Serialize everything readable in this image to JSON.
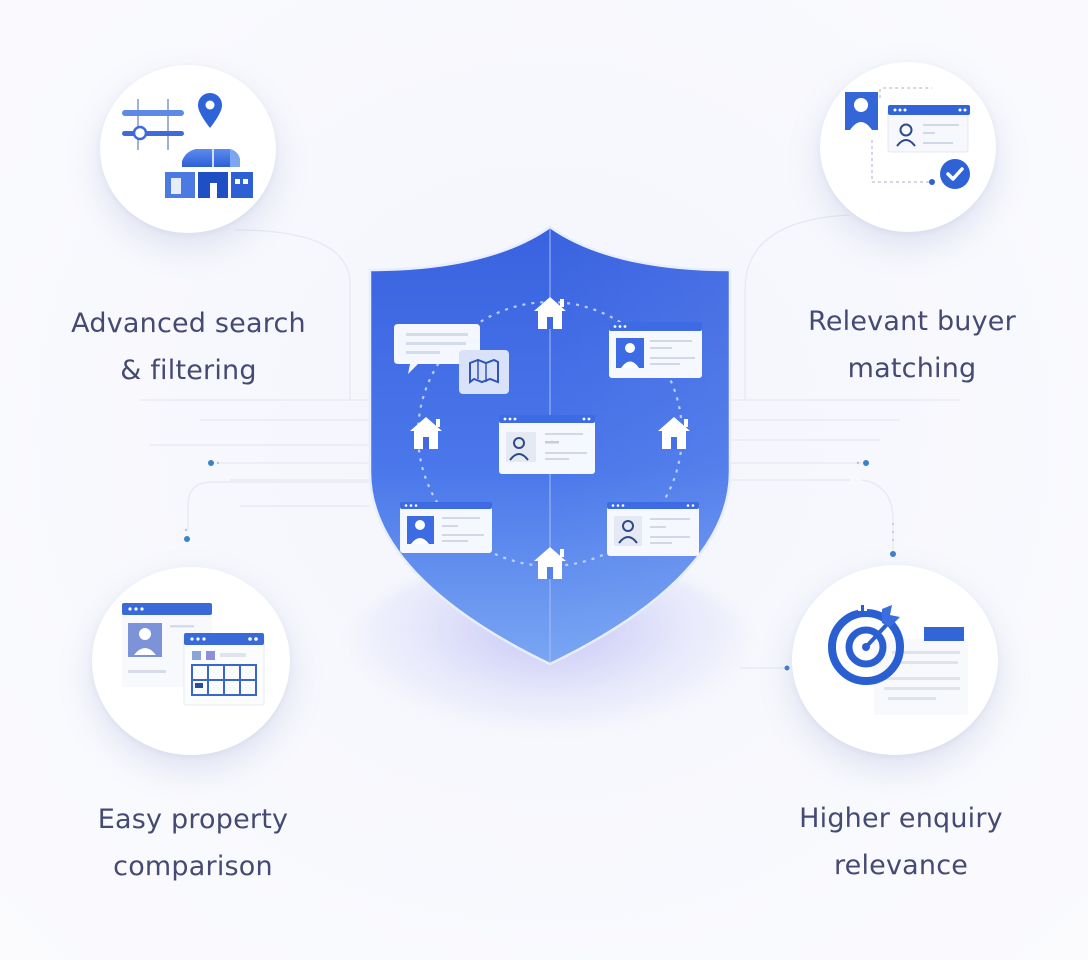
{
  "diagram": {
    "type": "feature-infographic",
    "center": {
      "name": "shield",
      "contents": [
        "house-icon",
        "house-icon",
        "house-icon",
        "house-icon",
        "profile-card",
        "profile-card",
        "profile-card",
        "profile-card",
        "profile-card",
        "chat-bubble",
        "map-icon"
      ]
    },
    "features": [
      {
        "id": "top-left",
        "icon": "search-filter-building-icon",
        "label_line1": "Advanced search",
        "label_line2": "& filtering"
      },
      {
        "id": "top-right",
        "icon": "buyer-match-check-icon",
        "label_line1": "Relevant buyer",
        "label_line2": "matching"
      },
      {
        "id": "bottom-left",
        "icon": "property-compare-icon",
        "label_line1": "Easy property",
        "label_line2": "comparison"
      },
      {
        "id": "bottom-right",
        "icon": "target-enquiry-icon",
        "label_line1": "Higher enquiry",
        "label_line2": "relevance"
      }
    ]
  },
  "colors": {
    "primary_blue": "#3d6fe3",
    "shield_top": "#3a63e0",
    "shield_bottom": "#6b9af0",
    "text": "#454a73",
    "background": "#f6f7fc",
    "dot": "#3b82c9"
  }
}
